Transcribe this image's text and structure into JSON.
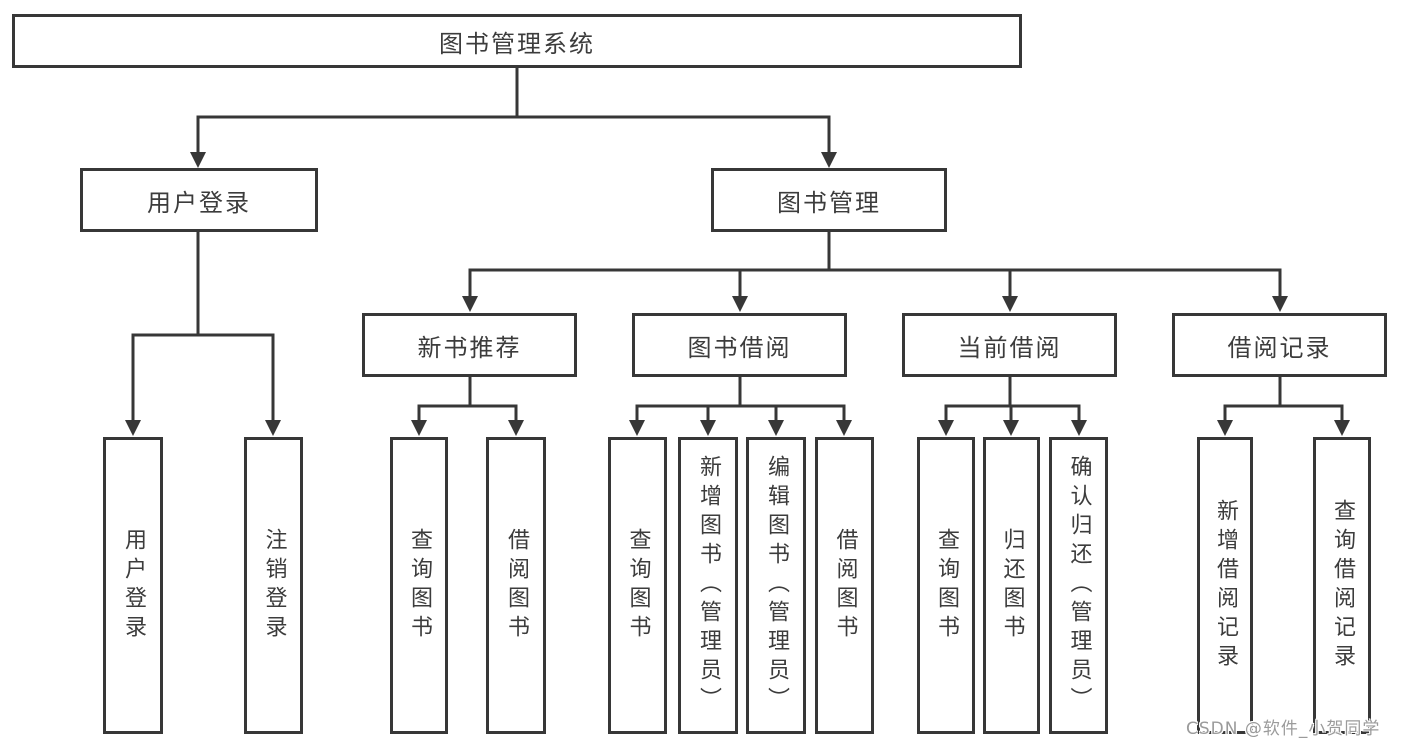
{
  "root": {
    "label": "图书管理系统"
  },
  "level2": [
    {
      "label": "用户登录"
    },
    {
      "label": "图书管理"
    }
  ],
  "level3": [
    {
      "label": "新书推荐"
    },
    {
      "label": "图书借阅"
    },
    {
      "label": "当前借阅"
    },
    {
      "label": "借阅记录"
    }
  ],
  "leaves": {
    "user_login": [
      {
        "label": "用户登录"
      },
      {
        "label": "注销登录"
      }
    ],
    "new_book_recommendation": [
      {
        "label": "查询图书"
      },
      {
        "label": "借阅图书"
      }
    ],
    "book_borrowing": [
      {
        "label": "查询图书"
      },
      {
        "label": "新增图书（管理员）"
      },
      {
        "label": "编辑图书（管理员）"
      },
      {
        "label": "借阅图书"
      }
    ],
    "current_borrowing": [
      {
        "label": "查询图书"
      },
      {
        "label": "归还图书"
      },
      {
        "label": "确认归还（管理员）"
      }
    ],
    "borrowing_records": [
      {
        "label": "新增借阅记录"
      },
      {
        "label": "查询借阅记录"
      }
    ]
  },
  "watermark": "CSDN @软件_小贺同学",
  "colors": {
    "line": "#373737",
    "text": "#3c3c3c",
    "watermark": "#9b9b9b",
    "background": "#ffffff"
  }
}
